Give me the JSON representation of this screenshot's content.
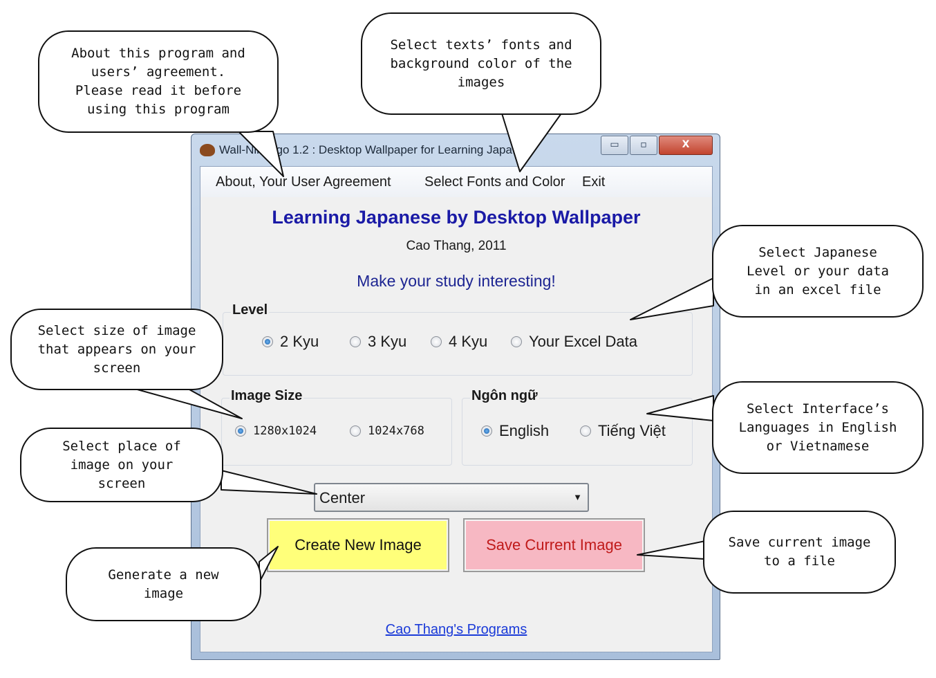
{
  "window": {
    "title": "Wall-Nihongo 1.2 : Desktop Wallpaper for Learning Japa...",
    "controls": {
      "minimize": "▭",
      "maximize": "▫",
      "close": "X"
    }
  },
  "menu": {
    "about": "About, Your User Agreement",
    "fonts": "Select Fonts and Color",
    "exit": "Exit"
  },
  "header": {
    "title": "Learning Japanese by Desktop Wallpaper",
    "author": "Cao Thang, 2011",
    "slogan": "Make your study interesting!"
  },
  "level": {
    "label": "Level",
    "options": [
      "2 Kyu",
      "3 Kyu",
      "4 Kyu",
      "Your Excel Data"
    ],
    "selected": "2 Kyu"
  },
  "image_size": {
    "label": "Image Size",
    "options": [
      "1280x1024",
      "1024x768"
    ],
    "selected": "1280x1024"
  },
  "language": {
    "label": "Ngôn ngữ",
    "options": [
      "English",
      "Tiếng Việt"
    ],
    "selected": "English"
  },
  "position_select": {
    "value": "Center"
  },
  "buttons": {
    "create": "Create New Image",
    "save": "Save Current Image"
  },
  "footer_link": "Cao Thang's Programs",
  "callouts": {
    "about": "About this program and\nusers’ agreement.\nPlease read it before\nusing this program",
    "fonts": "Select texts’ fonts and\nbackground color of the\nimages",
    "level": "Select Japanese\nLevel or your data\nin an excel file",
    "size": "Select size of image\nthat appears on your\nscreen",
    "language": "Select Interface’s\nLanguages in English\nor Vietnamese",
    "position": "Select place of\nimage on your\nscreen",
    "save": "Save current image\nto a file",
    "create": "Generate a new\nimage"
  }
}
